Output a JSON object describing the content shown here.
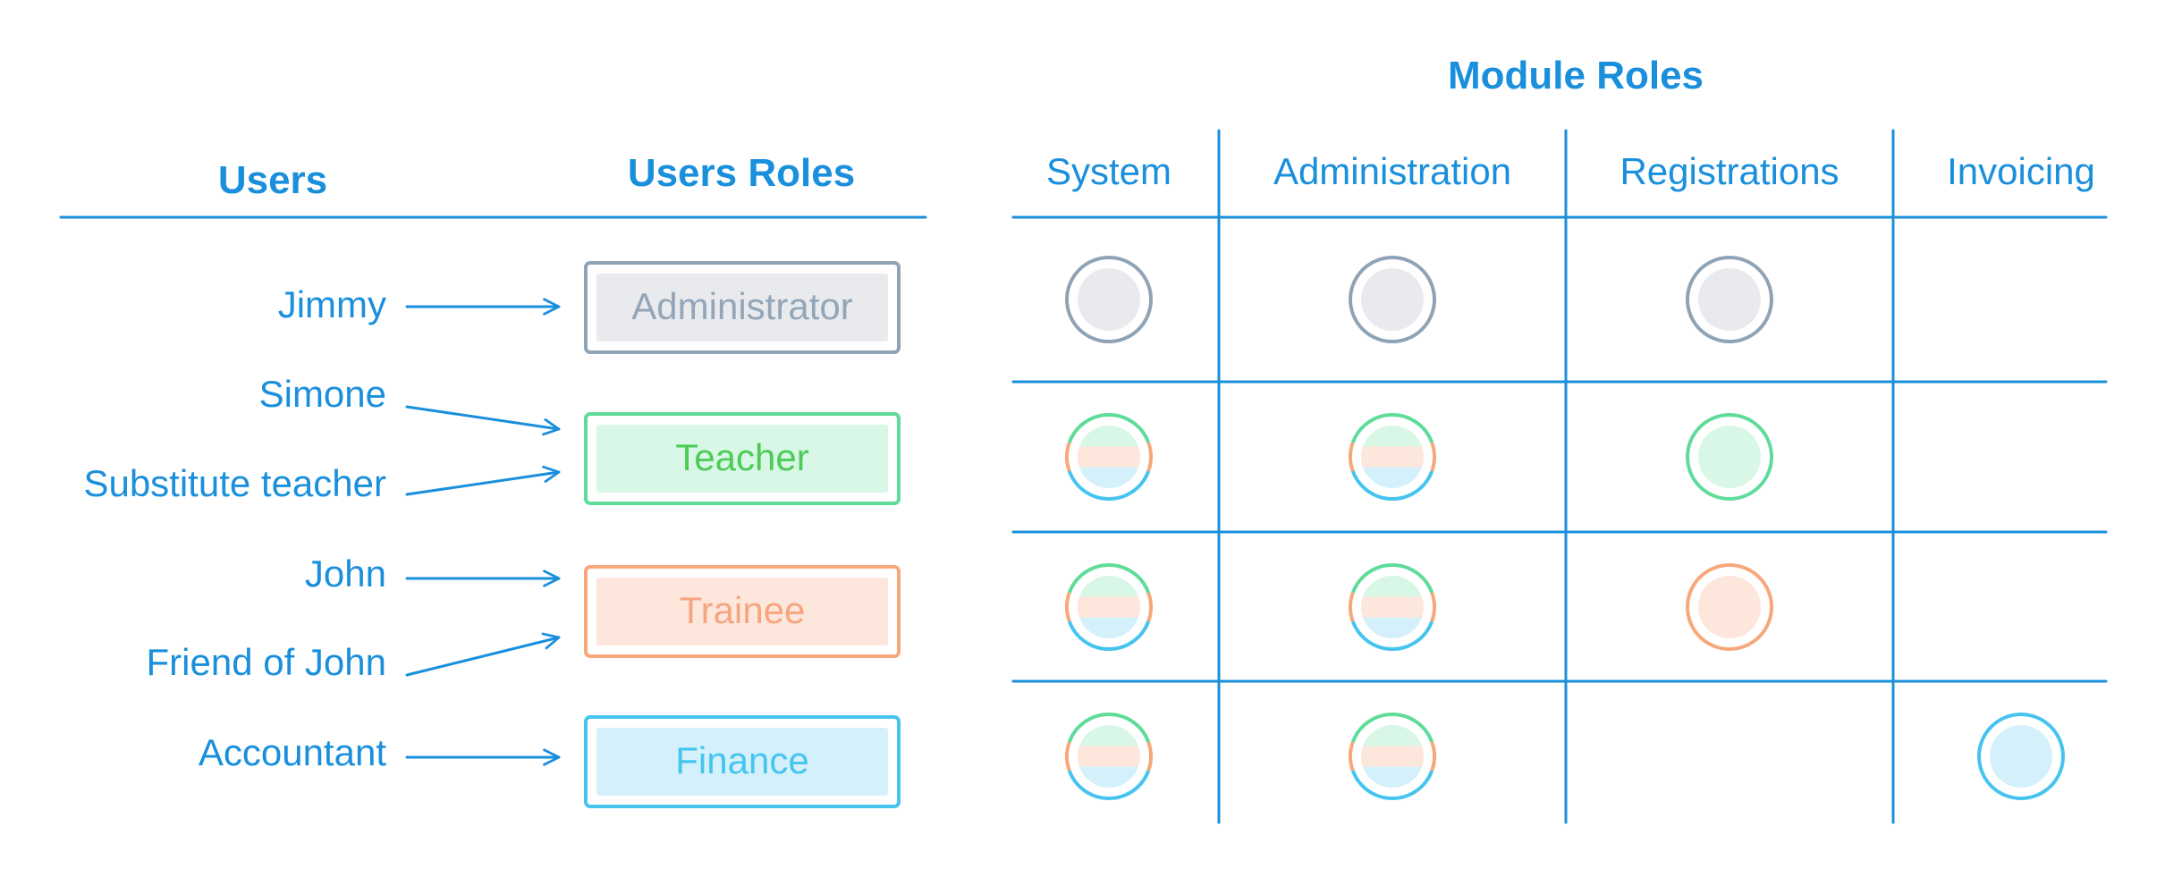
{
  "headers": {
    "users": "Users",
    "users_roles": "Users Roles",
    "module_roles": "Module Roles"
  },
  "modules": [
    "System",
    "Administration",
    "Registrations",
    "Invoicing"
  ],
  "users": [
    {
      "name": "Jimmy",
      "role": "administrator"
    },
    {
      "name": "Simone",
      "role": "teacher"
    },
    {
      "name": "Substitute teacher",
      "role": "teacher"
    },
    {
      "name": "John",
      "role": "trainee"
    },
    {
      "name": "Friend of John",
      "role": "trainee"
    },
    {
      "name": "Accountant",
      "role": "finance"
    }
  ],
  "roles": [
    {
      "id": "administrator",
      "label": "Administrator"
    },
    {
      "id": "teacher",
      "label": "Teacher"
    },
    {
      "id": "trainee",
      "label": "Trainee"
    },
    {
      "id": "finance",
      "label": "Finance"
    }
  ],
  "matrix": [
    [
      "administrator",
      "administrator",
      "administrator",
      ""
    ],
    [
      "mixed",
      "mixed",
      "teacher",
      ""
    ],
    [
      "mixed",
      "mixed",
      "trainee",
      ""
    ],
    [
      "mixed",
      "mixed",
      "",
      "finance"
    ]
  ],
  "colors": {
    "accent": "#1a8fdc",
    "administrator": {
      "stroke": "#8fa3b6",
      "fill": "#e8eaed",
      "text": "#93a6b8"
    },
    "teacher": {
      "stroke": "#5fdc99",
      "fill": "#d8f7e6",
      "text": "#4ecb57"
    },
    "trainee": {
      "stroke": "#f7a87a",
      "fill": "#fde6dc",
      "text": "#f7a57f"
    },
    "finance": {
      "stroke": "#45c4ef",
      "fill": "#d4f1fb",
      "text": "#45c4ef"
    }
  }
}
